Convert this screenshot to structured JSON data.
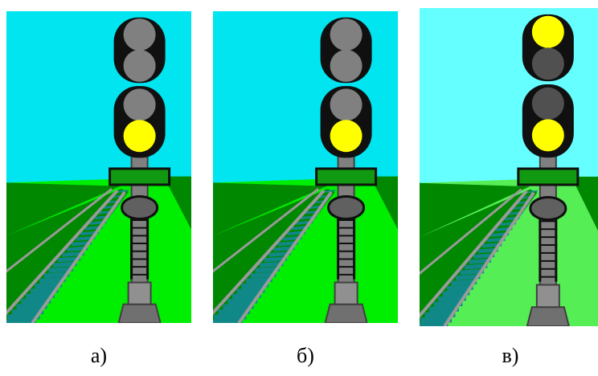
{
  "panels": [
    {
      "caption": "а)",
      "sky": "#00e5f0",
      "grass": "#00ee00",
      "lamps": [
        "off",
        "off",
        "off",
        "yellow"
      ]
    },
    {
      "caption": "б)",
      "sky": "#00e5f0",
      "grass": "#00ee00",
      "lamps": [
        "off",
        "off",
        "off",
        "yellow"
      ]
    },
    {
      "caption": "в)",
      "sky": "#66ffff",
      "grass": "#55ee55",
      "lamps": [
        "yellow",
        "dark",
        "dark",
        "yellow"
      ]
    }
  ],
  "colors": {
    "yellow": "#ffff00",
    "off": "#808080",
    "dark": "#505050",
    "head": "#101010",
    "plate": "#119911",
    "mast": "#808080",
    "rail": "#9a9a9a",
    "sleeper": "#118888",
    "dark_grass": "#008800"
  }
}
